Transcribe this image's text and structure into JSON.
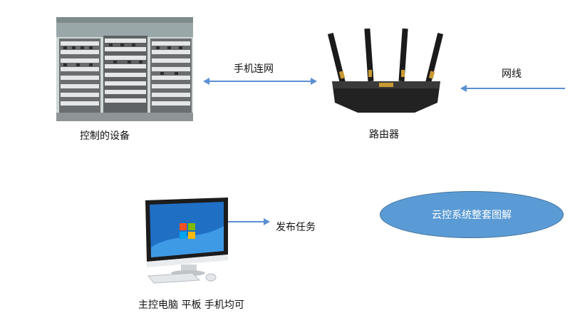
{
  "labels": {
    "devices": "控制的设备",
    "router": "路由器",
    "phone_network": "手机连网",
    "cable": "网线",
    "publish_task": "发布任务",
    "controllers": "主控电脑 平板  手机均可",
    "summary": "云控系统整套图解"
  },
  "colors": {
    "arrow": "#5b8fd3",
    "ellipse_fill": "#5b9bd5",
    "ellipse_stroke": "#41719c"
  }
}
